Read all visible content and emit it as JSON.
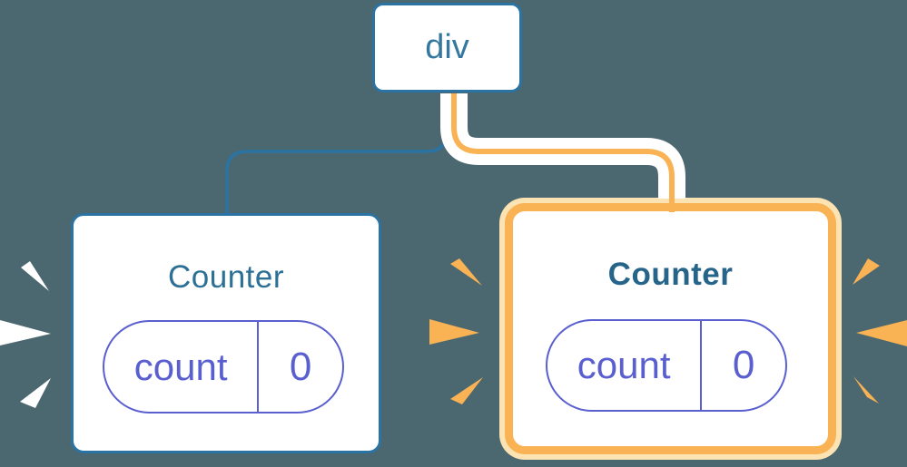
{
  "diagram": {
    "name": "react-component-tree-rerender",
    "background": "#4B6770",
    "root": {
      "label": "div"
    },
    "edges": [
      {
        "name": "edge-to-left-counter",
        "color": "#2B73A3",
        "style": "plain"
      },
      {
        "name": "edge-to-right-counter",
        "color": "#F9B254",
        "style": "highlighted-white-casing"
      }
    ],
    "nodes": [
      {
        "id": "counter-left",
        "title": "Counter",
        "highlighted": false,
        "state_pill": {
          "key": "count",
          "value": "0"
        }
      },
      {
        "id": "counter-right",
        "title": "Counter",
        "highlighted": true,
        "state_pill": {
          "key": "count",
          "value": "0"
        }
      }
    ],
    "bursts": [
      {
        "name": "left-counter-burst",
        "side": "left-of-left-card",
        "color": "#FFFFFF",
        "count": 3
      },
      {
        "name": "right-counter-burst-inner",
        "side": "left-of-right-card",
        "color": "#F9B254",
        "count": 3
      },
      {
        "name": "right-counter-burst-outer",
        "side": "right-of-right-card",
        "color": "#F9B254",
        "count": 3
      }
    ],
    "colors": {
      "background": "#4B6770",
      "node_border_blue": "#2B73A3",
      "root_label_blue": "#35789F",
      "title_blue": "#2C7095",
      "title_blue_bold": "#27648A",
      "state_purple": "#5A5FD0",
      "highlight_orange": "#F9B254",
      "highlight_cream": "#FBE3B3",
      "card_white": "#FFFFFF"
    }
  }
}
